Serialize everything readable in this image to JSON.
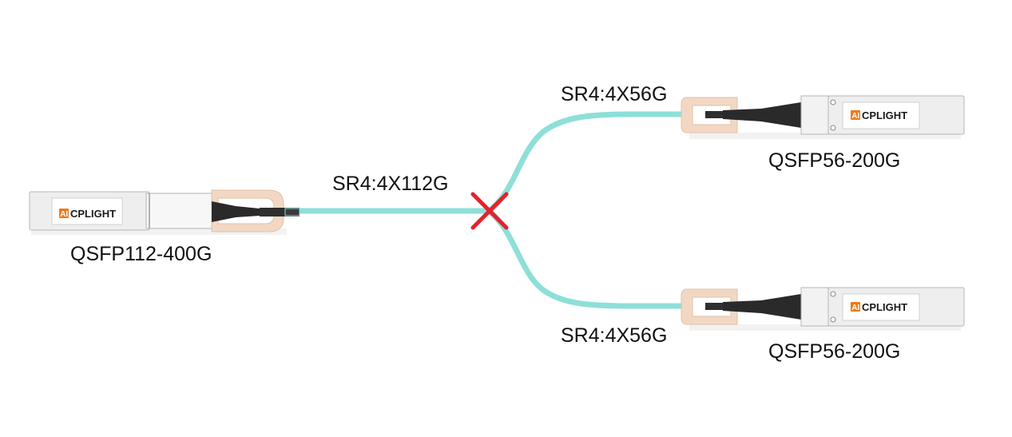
{
  "colors": {
    "cable": "#8edfd9",
    "cable_edge": "#6fcfc8",
    "break_mark": "#e8202a",
    "pull_tab": "#f2d8c4",
    "pull_tab_edge": "#e2bfa5",
    "module_body": "#eeeeee",
    "module_edge": "#b5b5b5",
    "boot": "#2a2a2a",
    "logo_accent": "#f07a1a"
  },
  "icons": {
    "break_mark": "red-x-cross",
    "module": "qsfp-transceiver"
  },
  "source_module": {
    "brand": "CPLIGHT",
    "logo_mark": "AI",
    "label": "QSFP112-400G",
    "link_label": "SR4:4X112G"
  },
  "branches": [
    {
      "brand": "CPLIGHT",
      "logo_mark": "AI",
      "label": "QSFP56-200G",
      "link_label": "SR4:4X56G"
    },
    {
      "brand": "CPLIGHT",
      "logo_mark": "AI",
      "label": "QSFP56-200G",
      "link_label": "SR4:4X56G"
    }
  ]
}
